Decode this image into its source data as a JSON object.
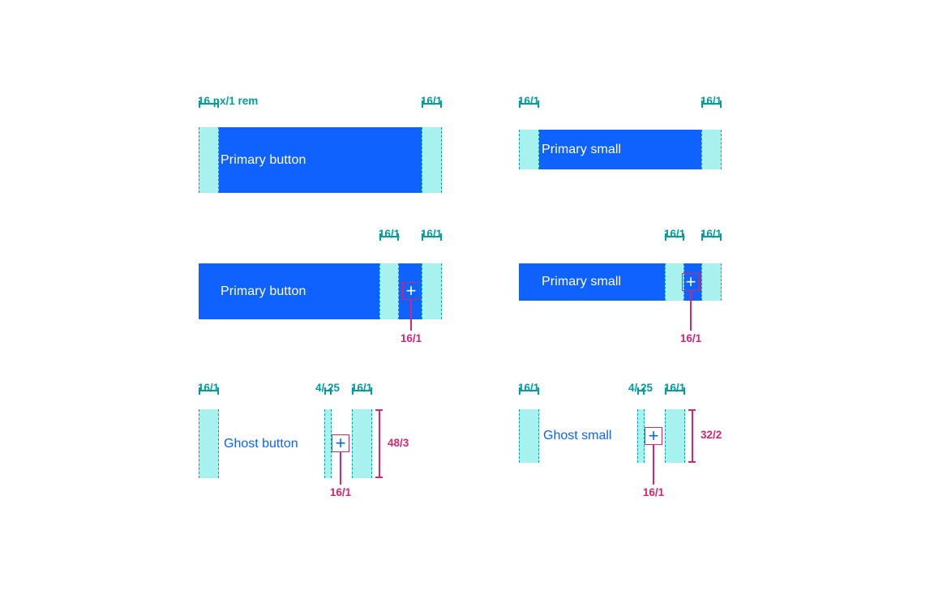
{
  "colors": {
    "primary": "#0f62fe",
    "teal": "#009d9a",
    "magenta": "#d62670",
    "padding_fill": "#a7f2ef",
    "padding_border": "#08a29d",
    "button_text": "#ffffff"
  },
  "figures": [
    {
      "name": "primary-button-padding",
      "label": "Primary button",
      "left_annotation": "16 px/1 rem",
      "right_annotation": "16/1"
    },
    {
      "name": "primary-small-padding",
      "label": "Primary small",
      "left_annotation": "16/1",
      "right_annotation": "16/1"
    },
    {
      "name": "primary-button-with-icon",
      "label": "Primary button",
      "icon": "+",
      "gap_annotation": "16/1",
      "right_annotation": "16/1",
      "icon_annotation": "16/1"
    },
    {
      "name": "primary-small-with-icon",
      "label": "Primary small",
      "icon": "+",
      "gap_annotation": "16/1",
      "right_annotation": "16/1",
      "icon_annotation": "16/1"
    },
    {
      "name": "ghost-button-spec",
      "label": "Ghost button",
      "icon": "+",
      "left_annotation": "16/1",
      "gap_annotation": "4/.25",
      "right_annotation": "16/1",
      "height_annotation": "48/3",
      "icon_annotation": "16/1"
    },
    {
      "name": "ghost-small-spec",
      "label": "Ghost small",
      "icon": "+",
      "left_annotation": "16/1",
      "gap_annotation": "4/.25",
      "right_annotation": "16/1",
      "height_annotation": "32/2",
      "icon_annotation": "16/1"
    }
  ]
}
